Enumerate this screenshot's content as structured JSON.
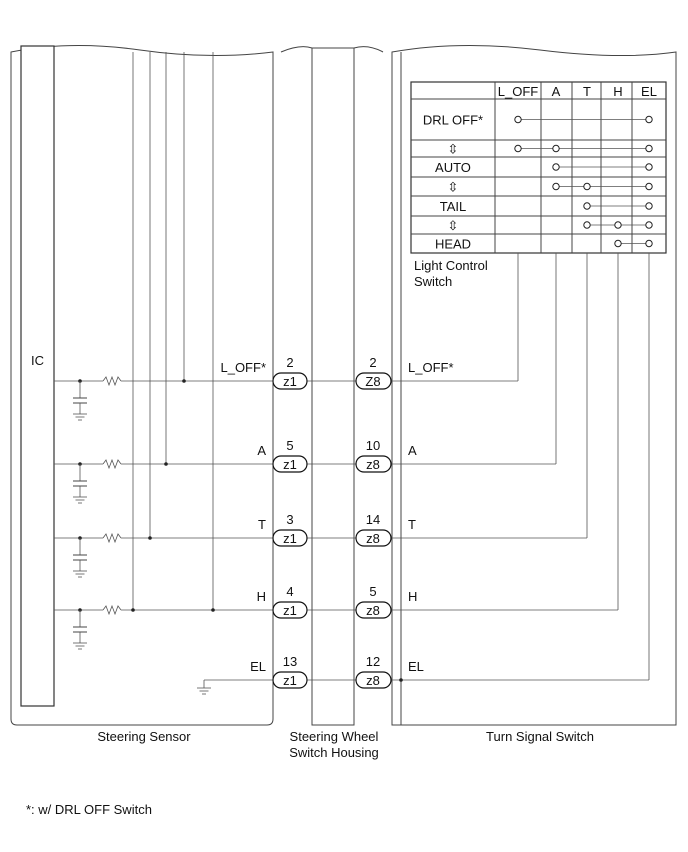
{
  "components": {
    "ic_label": "IC",
    "steering_sensor_label": "Steering Sensor",
    "housing_label_line1": "Steering Wheel",
    "housing_label_line2": "Switch Housing",
    "turn_signal_label": "Turn Signal Switch"
  },
  "light_switch": {
    "caption_line1": "Light Control",
    "caption_line2": "Switch",
    "columns": [
      "L_OFF",
      "A",
      "T",
      "H",
      "EL"
    ],
    "rows": [
      {
        "label": "DRL OFF*",
        "from": 0,
        "to": 4,
        "taps": []
      },
      {
        "label": "⇳",
        "from": 0,
        "to": 4,
        "taps": [
          1
        ]
      },
      {
        "label": "AUTO",
        "from": 1,
        "to": 4,
        "taps": []
      },
      {
        "label": "⇳",
        "from": 1,
        "to": 4,
        "taps": [
          2
        ]
      },
      {
        "label": "TAIL",
        "from": 2,
        "to": 4,
        "taps": []
      },
      {
        "label": "⇳",
        "from": 2,
        "to": 4,
        "taps": [
          3
        ]
      },
      {
        "label": "HEAD",
        "from": 3,
        "to": 4,
        "taps": []
      }
    ]
  },
  "signals": [
    {
      "name": "L_OFF*",
      "left_pin": "2",
      "left_conn": "z1",
      "right_pin": "2",
      "right_conn": "Z8",
      "right_name": "L_OFF*"
    },
    {
      "name": "A",
      "left_pin": "5",
      "left_conn": "z1",
      "right_pin": "10",
      "right_conn": "z8",
      "right_name": "A"
    },
    {
      "name": "T",
      "left_pin": "3",
      "left_conn": "z1",
      "right_pin": "14",
      "right_conn": "z8",
      "right_name": "T"
    },
    {
      "name": "H",
      "left_pin": "4",
      "left_conn": "z1",
      "right_pin": "5",
      "right_conn": "z8",
      "right_name": "H"
    },
    {
      "name": "EL",
      "left_pin": "13",
      "left_conn": "z1",
      "right_pin": "12",
      "right_conn": "z8",
      "right_name": "EL"
    }
  ],
  "footnote": "*: w/ DRL OFF Switch"
}
